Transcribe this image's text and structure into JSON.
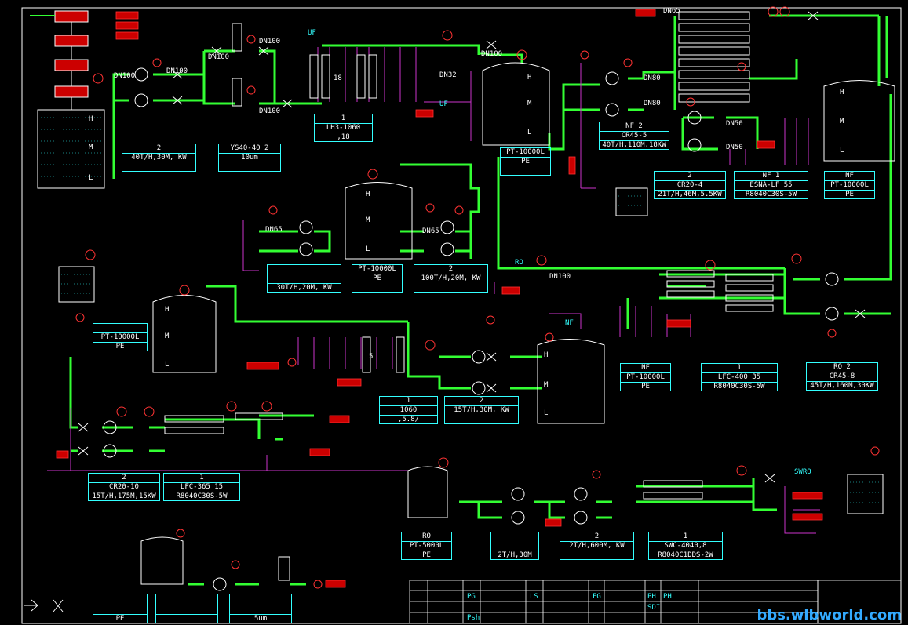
{
  "colors": {
    "pipe_main": "#33ff33",
    "pipe_aux": "#cc33cc",
    "instrument": "#ff3333",
    "equipment": "#ffffff",
    "text": "#33ffff"
  },
  "labels": {
    "dn65_top": "DN65",
    "dn100_a": "DN100",
    "dn100_b": "DN100",
    "dn100_c": "DN100",
    "dn100_d": "DN100",
    "dn100_e": "DN100",
    "dn100_f": "DN100",
    "dn100_g": "DN100",
    "dn80_a": "DN80",
    "dn80_b": "DN80",
    "dn32": "DN32",
    "dn50_a": "DN50",
    "dn50_b": "DN50",
    "dn65_b": "DN65",
    "dn65_c": "DN65",
    "uf_a": "UF",
    "uf_b": "UF",
    "ro": "RO",
    "nf": "NF",
    "swro": "SWRO",
    "h1": "H",
    "m1": "M",
    "l1": "L",
    "h2": "H",
    "m2": "M",
    "l2": "L",
    "h3": "H",
    "m3": "M",
    "l3": "L",
    "h4": "H",
    "m4": "M",
    "l4": "L",
    "h5": "H",
    "m5": "M",
    "l5": "L",
    "h6": "H",
    "m6": "M",
    "l6": "L",
    "rate_18": "18",
    "rate_5": "5"
  },
  "boxes": {
    "pump_40t": [
      "2",
      "40T/H,30M,   KW"
    ],
    "filter_ys": [
      "YS40-40   2",
      "10um"
    ],
    "lh3": [
      "1",
      "LH3-1060",
      ",18"
    ],
    "tank_uf": [
      "PT-10000L",
      "PE"
    ],
    "pump_cr45_5": [
      "NF   2",
      "CR45-5",
      "40T/H,110M,18KW"
    ],
    "pump_cr20_4": [
      "2",
      "CR20-4",
      "21T/H,46M,5.5KW"
    ],
    "nf_esna": [
      "NF   1",
      "ESNA-LF 55",
      "R8040C30S-5W"
    ],
    "tank_nf": [
      "NF",
      "PT-10000L",
      "PE"
    ],
    "pump_30t": [
      "30T/H,20M,   KW"
    ],
    "tank_mid": [
      "PT-10000L",
      "PE"
    ],
    "pump_100t": [
      "2",
      "100T/H,20M,   KW"
    ],
    "tank_left": [
      "PT-10000L",
      "PE"
    ],
    "uf_1060": [
      "1",
      "1060",
      ",5.8/"
    ],
    "pump_15t": [
      "2",
      "15T/H,30M,   KW"
    ],
    "tank_nf2": [
      "NF",
      "PT-10000L",
      "PE"
    ],
    "lfc400": [
      "1",
      "LFC-400 35",
      "R8040C30S-5W"
    ],
    "pump_cr45_8": [
      "RO   2",
      "CR45-8",
      "45T/H,160M,30KW"
    ],
    "pump_cr20_10": [
      "2",
      "CR20-10",
      "15T/H,175M,15KW"
    ],
    "lfc365": [
      "1",
      "LFC-365 15",
      "R8040C30S-5W"
    ],
    "tank_ro": [
      "RO",
      "PT-5000L",
      "PE"
    ],
    "pump_2t": [
      "2T/H,30M"
    ],
    "pump_600m": [
      "2",
      "2T/H,600M,  KW"
    ],
    "swc": [
      "1",
      "SWC-4040,8",
      "R8040C1DDS-2W"
    ],
    "bottom1": [
      "PE"
    ],
    "bottom2": [
      ""
    ],
    "bottom3": [
      "5um"
    ]
  },
  "watermark": "bbs.wlbworld.com"
}
